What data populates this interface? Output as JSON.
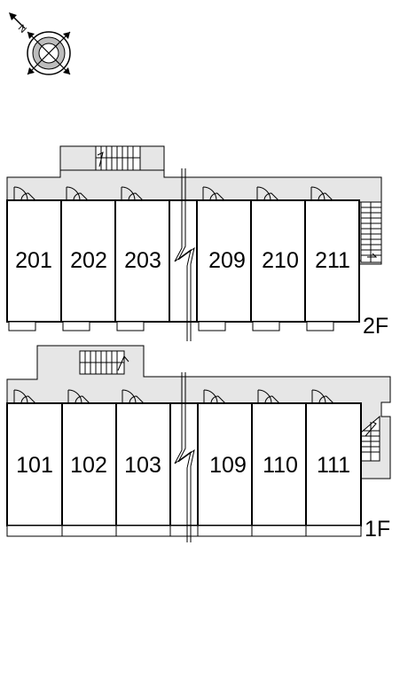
{
  "compass": {
    "north_label": "N"
  },
  "floors": [
    {
      "label": "2F",
      "units": [
        "201",
        "202",
        "203",
        "209",
        "210",
        "211"
      ]
    },
    {
      "label": "1F",
      "units": [
        "101",
        "102",
        "103",
        "109",
        "110",
        "111"
      ]
    }
  ]
}
